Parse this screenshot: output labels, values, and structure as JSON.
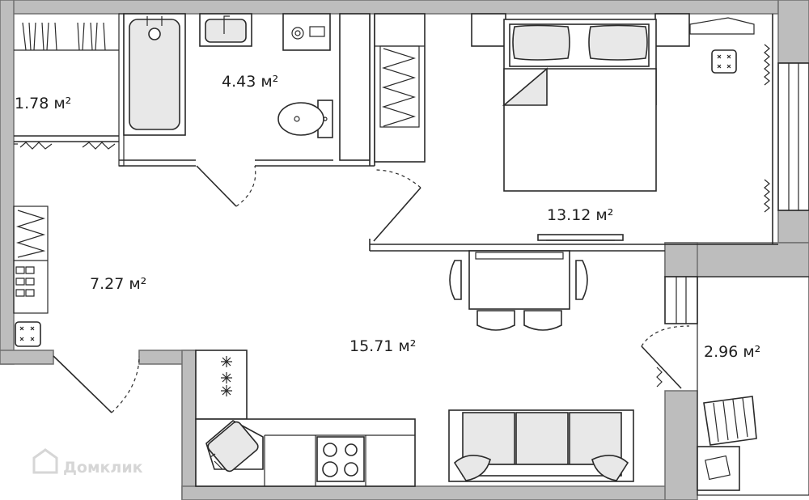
{
  "rooms": [
    {
      "id": "wardrobe",
      "area": "1.78 м²"
    },
    {
      "id": "bathroom",
      "area": "4.43 м²"
    },
    {
      "id": "bedroom",
      "area": "13.12 м²"
    },
    {
      "id": "hall",
      "area": "7.27 м²"
    },
    {
      "id": "kitchen_living",
      "area": "15.71 м²"
    },
    {
      "id": "balcony",
      "area": "2.96 м²"
    }
  ],
  "watermark": "Домклик",
  "colors": {
    "wall": "#bdbdbd",
    "line": "#2a2a2a",
    "background": "#ffffff"
  }
}
